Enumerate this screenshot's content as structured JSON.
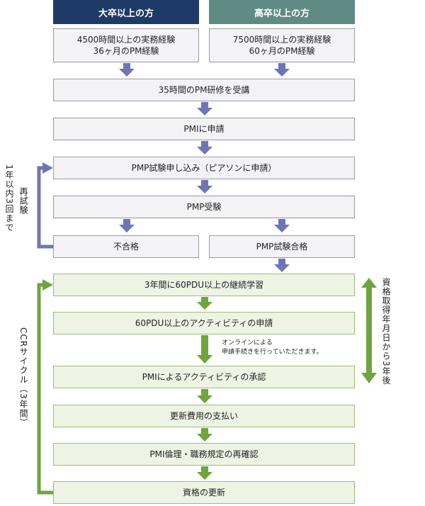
{
  "headers": {
    "university": "大卒以上の方",
    "highschool": "高卒以上の方"
  },
  "requirements": {
    "university": [
      "4500時間以上の実務経験",
      "36ヶ月のPM経験"
    ],
    "highschool": [
      "7500時間以上の実務経験",
      "60ヶ月のPM経験"
    ]
  },
  "steps": {
    "training": "35時間のPM研修を受講",
    "apply_pmi": "PMIに申請",
    "exam_apply": "PMP試験申し込み（ピアソンに申請）",
    "exam": "PMP受験",
    "fail": "不合格",
    "pass": "PMP試験合格"
  },
  "ccr_steps": {
    "learning": "3年間に60PDU以上の継続学習",
    "activity_apply": "60PDU以上のアクティビティの申請",
    "approval": "PMIによるアクティビティの承認",
    "fee": "更新費用の支払い",
    "ethics": "PMI倫理・職務規定の再確認",
    "renewal": "資格の更新"
  },
  "notes": {
    "online": [
      "オンラインによる",
      "申請手続きを行っていただきます。"
    ]
  },
  "side_labels": {
    "retake": "再試験",
    "retake_limit": "1年以内3回まで",
    "ccr_cycle": "CCRサイクル（3年間）",
    "deadline": "資格取得年月日から3年後"
  },
  "colors": {
    "header_dark": "#1e3a66",
    "header_teal": "#5f8b84",
    "arrow_purple": "#6f75b3",
    "arrow_green": "#6fa43f",
    "box_border": "#9a9aa8",
    "green_border": "#9bbd78"
  }
}
